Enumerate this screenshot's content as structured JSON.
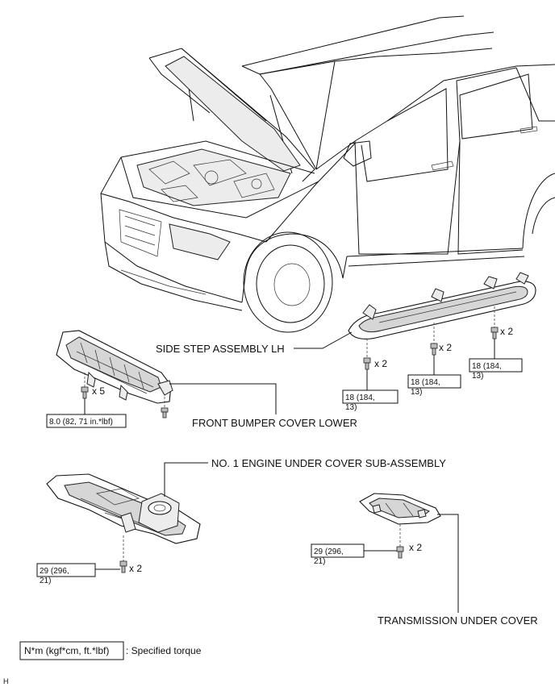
{
  "labels": {
    "side_step": "SIDE STEP ASSEMBLY LH",
    "front_bumper": "FRONT BUMPER COVER LOWER",
    "engine_cover": "NO. 1 ENGINE UNDER COVER SUB-ASSEMBLY",
    "transmission_cover": "TRANSMISSION UNDER COVER"
  },
  "torques": {
    "bumper": "8.0 (82, 71 in.*lbf)",
    "step_left_1": "18 (184,",
    "step_left_2": "13)",
    "step_mid_1": "18 (184,",
    "step_mid_2": "13)",
    "step_right_1": "18 (184,",
    "step_right_2": "13)",
    "engine_1": "29 (296,",
    "engine_2": "21)",
    "trans_1": "29 (296,",
    "trans_2": "21)"
  },
  "counts": {
    "bumper": "x 5",
    "step_left": "x 2",
    "step_mid": "x 2",
    "step_right": "x 2",
    "engine": "x 2",
    "trans": "x 2"
  },
  "legend": {
    "unit": "N*m (kgf*cm, ft.*lbf)",
    "description": ": Specified torque"
  },
  "corner_mark": "H"
}
